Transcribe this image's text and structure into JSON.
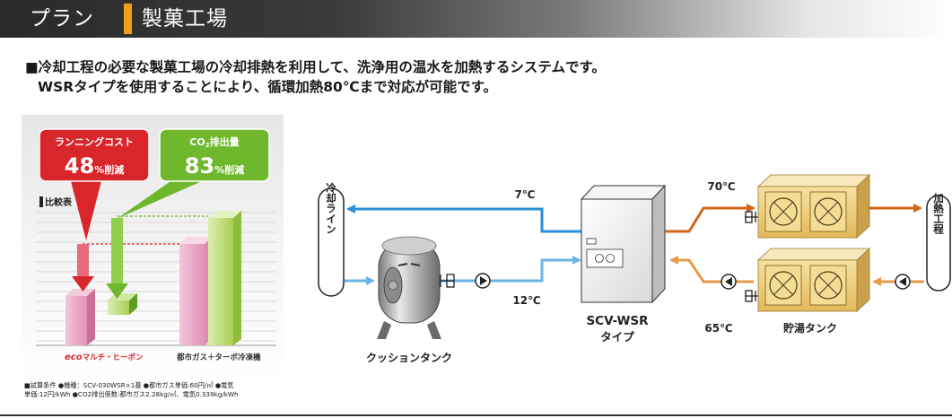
{
  "header": {
    "tag": "プラン",
    "title": "製菓工場"
  },
  "description": {
    "line1": "■冷却工程の必要な製菓工場の冷却排熱を利用して、洗浄用の温水を加熱するシステムです。",
    "line2": "WSRタイプを使用することにより、循環加熱80℃まで対応が可能です。"
  },
  "comparison": {
    "running_cost_label": "ランニングコスト",
    "running_cost_value": "48",
    "running_cost_suffix": "%削減",
    "co2_label_pre": "CO",
    "co2_label_sub": "2",
    "co2_label_post": "排出量",
    "co2_value": "83",
    "co2_suffix": "%削減",
    "chart_title": "比較表",
    "legend_left": "エコマルチ・ヒーポン",
    "legend_left_eco": "eco",
    "legend_left_rest": "マルチ・ヒーポン",
    "legend_right": "都市ガス＋ターボ冷凍機",
    "colors": {
      "red": "#d9262b",
      "green": "#6fb82e",
      "pink": "#e8a6c4",
      "lime": "#b6d86a"
    }
  },
  "conditions": {
    "line1": "■試算条件 ●機種：SCV-030WSR×1基 ●都市ガス単価:60円/㎥ ●電気",
    "line2": "単価:12円/kWh ●CO2排出係数:都市ガス2.28kg/㎥、電気0.339kg/kWh"
  },
  "diagram": {
    "cooling_line": "冷却ライン",
    "heating_process": "加熱工程",
    "cushion_tank": "クッションタンク",
    "unit_name": "SCV-WSR",
    "unit_type": "タイプ",
    "storage_tank": "貯湯タンク",
    "temp_7": "7℃",
    "temp_12": "12℃",
    "temp_70": "70℃",
    "temp_65": "65℃",
    "colors": {
      "cold": "#2a8fd6",
      "cold_light": "#6ab4e6",
      "hot": "#d4661a",
      "hot_light": "#e89a4a",
      "tank": "#f1d382"
    }
  }
}
